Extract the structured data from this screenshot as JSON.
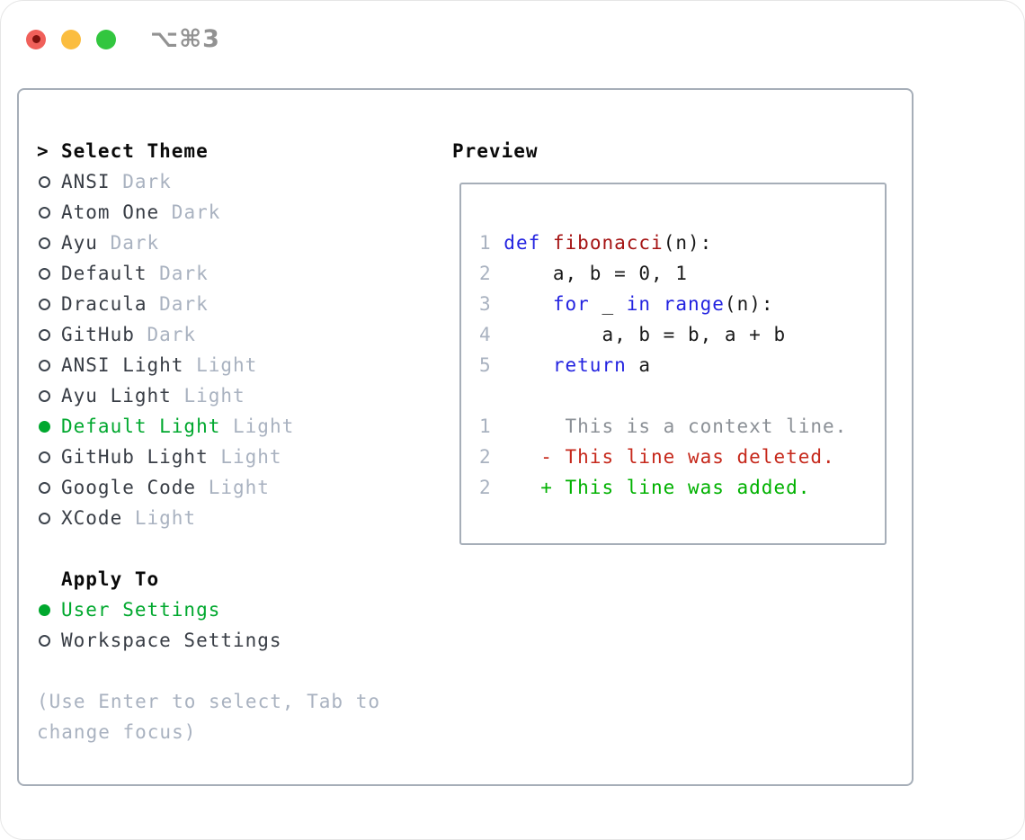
{
  "window": {
    "shortcut": "⌥⌘3",
    "traffic_lights": [
      "close",
      "minimize",
      "zoom"
    ]
  },
  "theme_selector": {
    "title_prefix": ">",
    "title": "Select Theme",
    "items": [
      {
        "name": "ANSI",
        "tag": "Dark",
        "selected": false
      },
      {
        "name": "Atom One",
        "tag": "Dark",
        "selected": false
      },
      {
        "name": "Ayu",
        "tag": "Dark",
        "selected": false
      },
      {
        "name": "Default",
        "tag": "Dark",
        "selected": false
      },
      {
        "name": "Dracula",
        "tag": "Dark",
        "selected": false
      },
      {
        "name": "GitHub",
        "tag": "Dark",
        "selected": false
      },
      {
        "name": "ANSI Light",
        "tag": "Light",
        "selected": false
      },
      {
        "name": "Ayu Light",
        "tag": "Light",
        "selected": false
      },
      {
        "name": "Default Light",
        "tag": "Light",
        "selected": true
      },
      {
        "name": "GitHub Light",
        "tag": "Light",
        "selected": false
      },
      {
        "name": "Google Code",
        "tag": "Light",
        "selected": false
      },
      {
        "name": "XCode",
        "tag": "Light",
        "selected": false
      }
    ]
  },
  "apply_to": {
    "title": "Apply To",
    "options": [
      {
        "name": "User Settings",
        "selected": true
      },
      {
        "name": "Workspace Settings",
        "selected": false
      }
    ]
  },
  "help_text": "(Use Enter to select, Tab to\nchange focus)",
  "preview": {
    "title": "Preview",
    "lines": [
      {
        "num": "1",
        "kind": "code",
        "tokens": [
          {
            "text": "def",
            "cls": "kw"
          },
          {
            "text": " ",
            "cls": "pl"
          },
          {
            "text": "fibonacci",
            "cls": "fn"
          },
          {
            "text": "(n):",
            "cls": "pl"
          }
        ]
      },
      {
        "num": "2",
        "kind": "code",
        "tokens": [
          {
            "text": "    a, b = 0, 1",
            "cls": "pl"
          }
        ]
      },
      {
        "num": "3",
        "kind": "code",
        "tokens": [
          {
            "text": "    ",
            "cls": "pl"
          },
          {
            "text": "for",
            "cls": "kw"
          },
          {
            "text": " _ ",
            "cls": "pl"
          },
          {
            "text": "in",
            "cls": "kw"
          },
          {
            "text": " ",
            "cls": "pl"
          },
          {
            "text": "range",
            "cls": "kw"
          },
          {
            "text": "(n):",
            "cls": "pl"
          }
        ]
      },
      {
        "num": "4",
        "kind": "code",
        "tokens": [
          {
            "text": "        a, b = b, a + b",
            "cls": "pl"
          }
        ]
      },
      {
        "num": "5",
        "kind": "code",
        "tokens": [
          {
            "text": "    ",
            "cls": "pl"
          },
          {
            "text": "return",
            "cls": "kw"
          },
          {
            "text": " a",
            "cls": "pl"
          }
        ]
      },
      {
        "num": "",
        "kind": "blank",
        "tokens": []
      },
      {
        "num": "1",
        "kind": "diff-context",
        "tokens": [
          {
            "text": "     This is a context line.",
            "cls": "ctx"
          }
        ]
      },
      {
        "num": "2",
        "kind": "diff-deleted",
        "tokens": [
          {
            "text": "   - This line was deleted.",
            "cls": "del"
          }
        ]
      },
      {
        "num": "2",
        "kind": "diff-added",
        "tokens": [
          {
            "text": "   + This line was added.",
            "cls": "add"
          }
        ]
      }
    ]
  },
  "colors": {
    "selection_green": "#00a82e",
    "keyword_blue": "#2323e0",
    "function_red": "#a51313",
    "diff_deleted_red": "#c6291c",
    "diff_added_green": "#00b100",
    "context_gray": "#8b9096",
    "muted_gray": "#a9b2c0",
    "panel_border": "#a6aeb8",
    "traffic_red": "#f0605a",
    "traffic_yellow": "#fbbd3f",
    "traffic_green": "#32c63f"
  }
}
